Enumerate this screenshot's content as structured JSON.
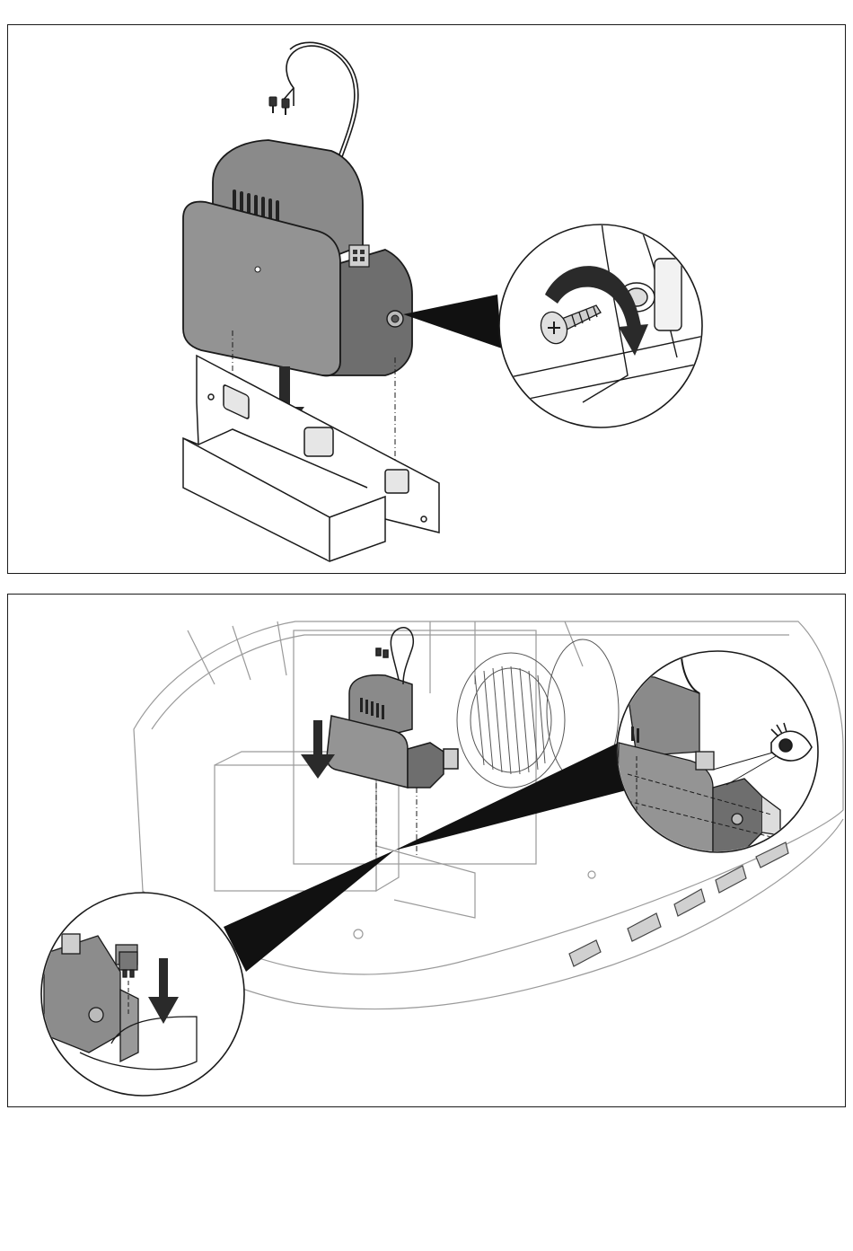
{
  "document": {
    "type": "installation-diagram",
    "panels": [
      {
        "id": "panel-1",
        "step": "mount-module-onto-bracket-and-fasten-screw",
        "parts": [
          "control-module",
          "cable-with-terminals",
          "mounting-bracket",
          "fixing-screw",
          "down-arrow",
          "rotate-arrow"
        ]
      },
      {
        "id": "panel-2",
        "step": "insert-module-into-machine-and-plug-connector",
        "parts": [
          "machine-housing",
          "fan-wheel",
          "control-module",
          "connector-plug",
          "eye-icon",
          "down-arrow"
        ]
      }
    ]
  },
  "colors": {
    "line": "#1a1a1a",
    "module_fill": "#8c8c8c",
    "module_dark": "#5e5e5e",
    "module_light": "#b5b5b5",
    "ghost_line": "#9a9a9a",
    "background": "#ffffff"
  }
}
